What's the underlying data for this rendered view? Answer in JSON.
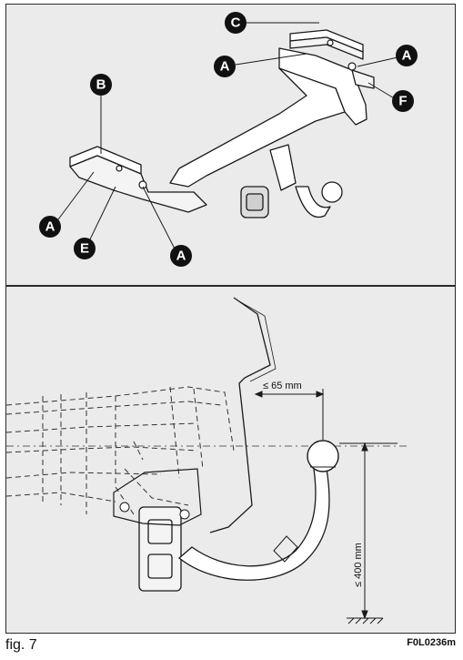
{
  "figure": {
    "caption": "fig. 7",
    "code": "F0L0236m"
  },
  "top_panel": {
    "callouts": [
      {
        "id": "C",
        "label": "C"
      },
      {
        "id": "A1",
        "label": "A"
      },
      {
        "id": "A2",
        "label": "A"
      },
      {
        "id": "F",
        "label": "F"
      },
      {
        "id": "B",
        "label": "B"
      },
      {
        "id": "A3",
        "label": "A"
      },
      {
        "id": "E",
        "label": "E"
      },
      {
        "id": "A4",
        "label": "A"
      }
    ]
  },
  "bottom_panel": {
    "dimensions": {
      "horizontal": "≤ 65 mm",
      "vertical": "≤ 400 mm"
    }
  },
  "colors": {
    "panel_bg": "#ebebeb",
    "line": "#1a1a1a",
    "callout_fill": "#111111"
  }
}
